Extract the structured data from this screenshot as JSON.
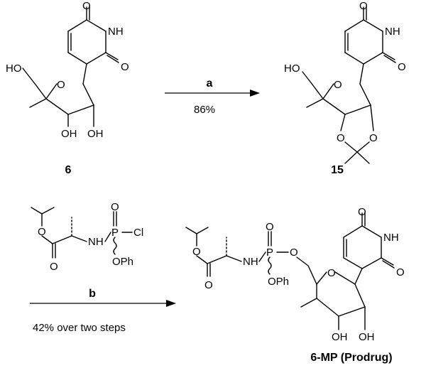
{
  "compounds": {
    "c6": {
      "label": "6",
      "atoms": {
        "o1": "O",
        "nh": "NH",
        "o2": "O",
        "ho": "HO",
        "ring_o": "O",
        "oh3": "OH",
        "oh2": "OH"
      }
    },
    "c15": {
      "label": "15",
      "atoms": {
        "o1": "O",
        "nh": "NH",
        "o2": "O",
        "ho": "HO",
        "ring_o": "O",
        "acet_o1": "O",
        "acet_o2": "O"
      }
    },
    "reagent_b": {
      "atoms": {
        "ester_o": "O",
        "carbonyl_o": "O",
        "nh": "NH",
        "p": "P",
        "p_o": "O",
        "cl": "Cl",
        "oph": "OPh"
      }
    },
    "prodrug": {
      "label": "6-MP (Prodrug)",
      "atoms": {
        "ester_o": "O",
        "carbonyl_o": "O",
        "nh": "NH",
        "p": "P",
        "p_o": "O",
        "link_o": "O",
        "oph": "OPh",
        "ring_o": "O",
        "u_o1": "O",
        "u_nh": "NH",
        "u_o2": "O",
        "oh3": "OH",
        "oh2": "OH"
      }
    }
  },
  "steps": [
    {
      "label": "a",
      "condition": "86%"
    },
    {
      "label": "b",
      "condition": "42% over two steps"
    }
  ]
}
